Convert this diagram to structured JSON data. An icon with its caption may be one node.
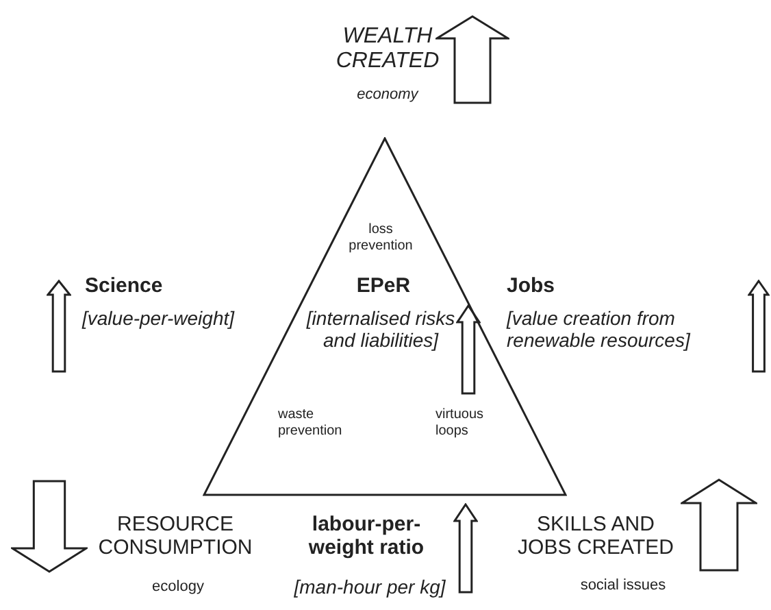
{
  "diagram": {
    "nodes": [
      {
        "text": [
          "loss prevention",
          "EPeR",
          "[internalised risks and liabilities]",
          "waste prevention",
          "virtuous loops"
        ]
      }
    ],
    "edges": [],
    "labels": [
      "WEALTH CREATED",
      "economy",
      "Science",
      "[value-per-weight]",
      "Jobs",
      "[value creation from renewable resources]",
      "RESOURCE CONSUMPTION",
      "ecology",
      "labour-per-weight ratio",
      "[man-hour per kg]",
      "SKILLS AND JOBS CREATED",
      "social issues"
    ]
  }
}
